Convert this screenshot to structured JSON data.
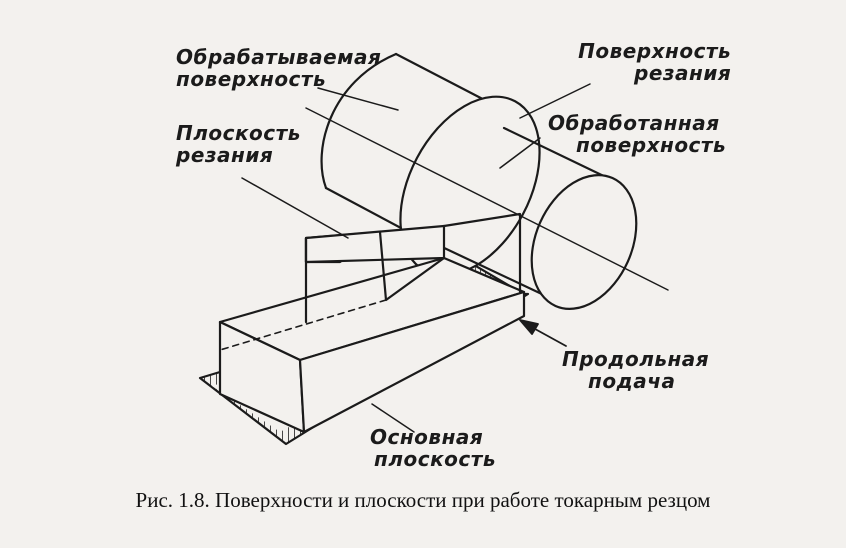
{
  "labels": {
    "processed_surface": [
      "Обрабатываемая",
      "поверхность"
    ],
    "cutting_surface": [
      "Поверхность",
      "резания"
    ],
    "cutting_plane": [
      "Плоскость",
      "резания"
    ],
    "finished_surface": [
      "Обработанная",
      "поверхность"
    ],
    "longitudinal_feed": [
      "Продольная",
      "подача"
    ],
    "base_plane": [
      "Основная",
      "плоскость"
    ]
  },
  "caption": "Рис. 1.8. Поверхности и плоскости при работе токарным резцом"
}
